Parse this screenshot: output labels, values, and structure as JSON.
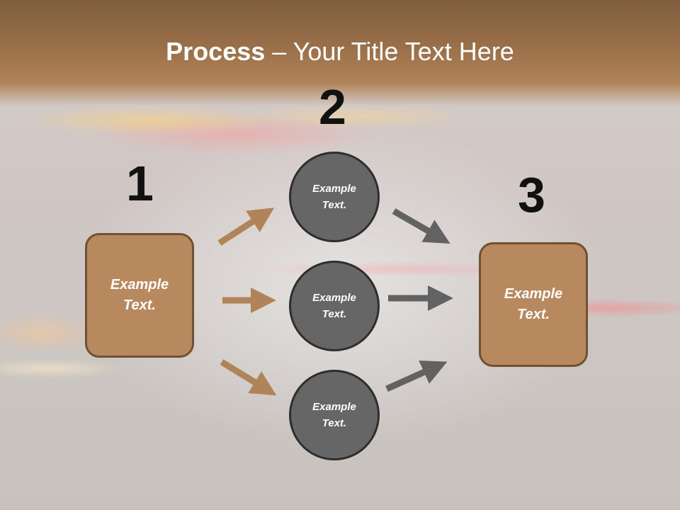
{
  "slide": {
    "title_bold": "Process",
    "title_rest": " – Your Title Text Here",
    "step_numbers": [
      "1",
      "2",
      "3"
    ],
    "left_box": "Example Text.",
    "circles": [
      "Example Text.",
      "Example Text.",
      "Example Text."
    ],
    "right_box": "Example Text."
  },
  "colors": {
    "header": "#9a7049",
    "box_fill": "#b8895e",
    "box_border": "#6f5236",
    "circle_fill": "#666666",
    "circle_border": "#2e2e2e",
    "arrow_tan": "#b08358",
    "arrow_gray": "#626262"
  }
}
